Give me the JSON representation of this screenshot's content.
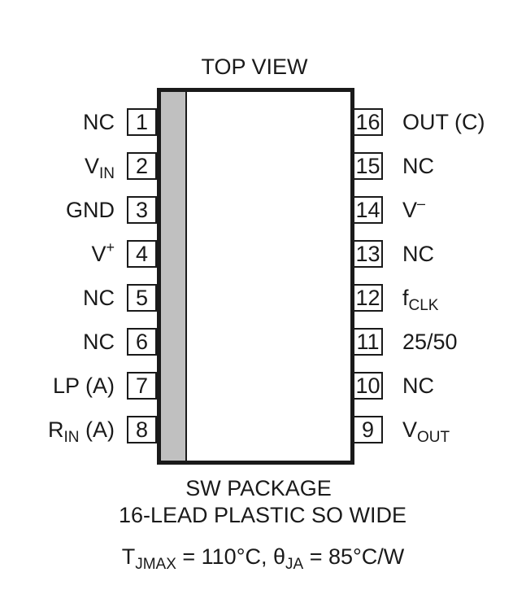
{
  "title": "TOP VIEW",
  "pins_left": [
    {
      "num": "1",
      "main": "NC",
      "sub": "",
      "sup": "",
      "tail": ""
    },
    {
      "num": "2",
      "main": "V",
      "sub": "IN",
      "sup": "",
      "tail": ""
    },
    {
      "num": "3",
      "main": "GND",
      "sub": "",
      "sup": "",
      "tail": ""
    },
    {
      "num": "4",
      "main": "V",
      "sub": "",
      "sup": "+",
      "tail": ""
    },
    {
      "num": "5",
      "main": "NC",
      "sub": "",
      "sup": "",
      "tail": ""
    },
    {
      "num": "6",
      "main": "NC",
      "sub": "",
      "sup": "",
      "tail": ""
    },
    {
      "num": "7",
      "main": "LP (A)",
      "sub": "",
      "sup": "",
      "tail": ""
    },
    {
      "num": "8",
      "main": "R",
      "sub": "IN",
      "sup": "",
      "tail": " (A)"
    }
  ],
  "pins_right": [
    {
      "num": "16",
      "main": "OUT (C)",
      "sub": "",
      "sup": "",
      "tail": ""
    },
    {
      "num": "15",
      "main": "NC",
      "sub": "",
      "sup": "",
      "tail": ""
    },
    {
      "num": "14",
      "main": "V",
      "sub": "",
      "sup": "–",
      "tail": ""
    },
    {
      "num": "13",
      "main": "NC",
      "sub": "",
      "sup": "",
      "tail": ""
    },
    {
      "num": "12",
      "main": "f",
      "sub": "CLK",
      "sup": "",
      "tail": ""
    },
    {
      "num": "11",
      "main": "25/50",
      "sub": "",
      "sup": "",
      "tail": ""
    },
    {
      "num": "10",
      "main": "NC",
      "sub": "",
      "sup": "",
      "tail": ""
    },
    {
      "num": "9",
      "main": "V",
      "sub": "OUT",
      "sup": "",
      "tail": ""
    }
  ],
  "package_name": "SW PACKAGE",
  "package_desc": "16-LEAD PLASTIC SO WIDE",
  "thermal": {
    "t_main": "T",
    "t_sub": "JMAX",
    "t_value": " = 110°C, θ",
    "theta_sub": "JA",
    "theta_value": " = 85°C/W"
  }
}
